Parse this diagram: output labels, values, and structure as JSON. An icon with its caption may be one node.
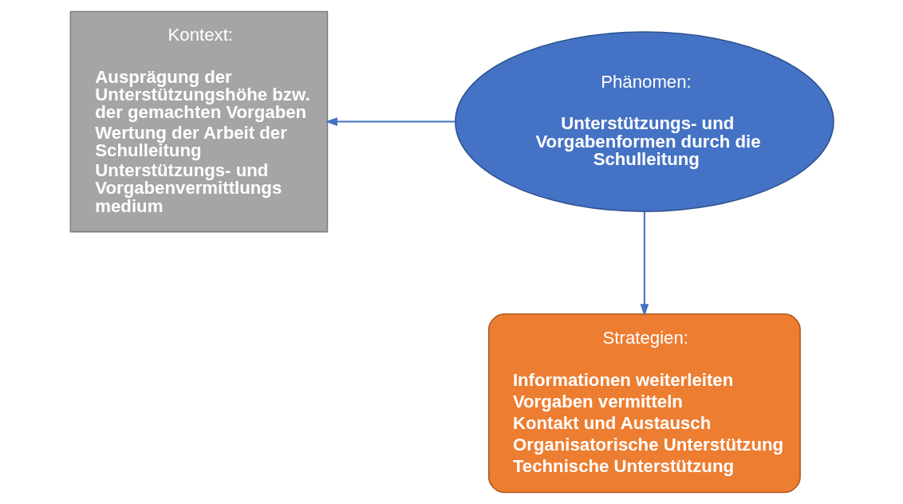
{
  "diagram": {
    "nodes": [
      {
        "text": [
          "Kontext:",
          "Ausprägung der Unterstützungshöhe bzw. der gemachten Vorgaben",
          "Wertung der Arbeit der Schulleitung",
          "Unterstützungs- und Vorgabenvermittlungs medium"
        ]
      },
      {
        "text": [
          "Phänomen:",
          "Unterstützungs- und Vorgabenformen durch die Schulleitung"
        ]
      },
      {
        "text": [
          "Strategien:",
          "Informationen weiterleiten",
          "Vorgaben vermitteln",
          "Kontakt und Austausch",
          "Organisatorische Unterstützung",
          "Technische Unterstützung"
        ]
      }
    ],
    "edges": [
      {
        "from": 1,
        "to": 0,
        "arrow": "to"
      },
      {
        "from": 1,
        "to": 2,
        "arrow": "to"
      }
    ]
  }
}
